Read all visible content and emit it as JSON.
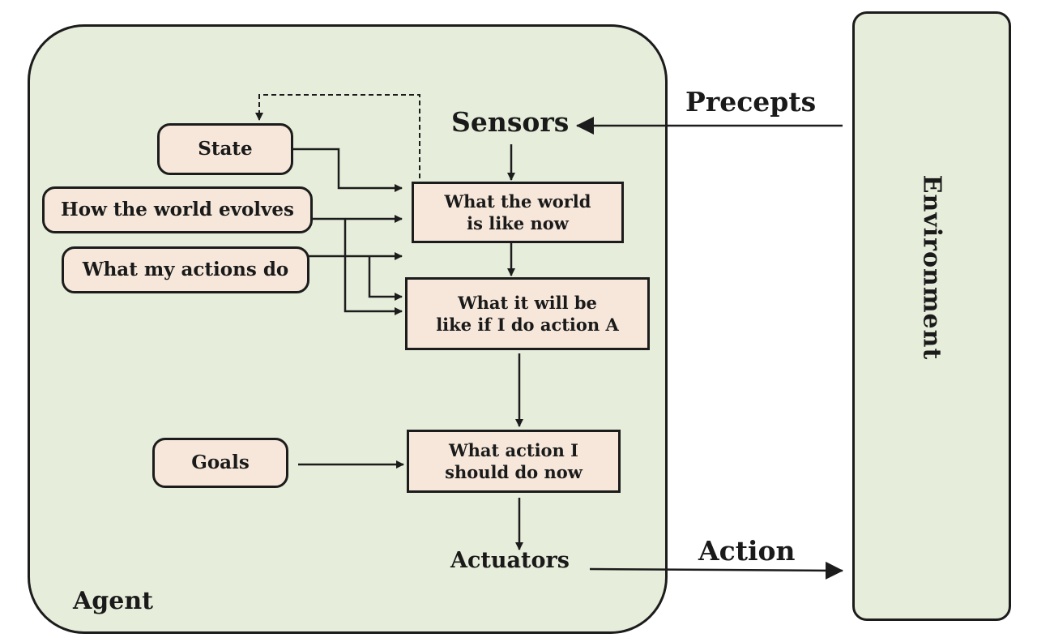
{
  "agent": {
    "label": "Agent",
    "state": "State",
    "world_evolves": "How the world evolves",
    "my_actions": "What my actions do",
    "goals": "Goals",
    "sensors": "Sensors",
    "actuators": "Actuators",
    "world_now_line1": "What the world",
    "world_now_line2": "is like now",
    "predict_line1": "What it will be",
    "predict_line2": "like if I do action A",
    "decide_line1": "What action I",
    "decide_line2": "should do now"
  },
  "environment": {
    "label": "Environment"
  },
  "edges": {
    "percepts": "Precepts",
    "action": "Action"
  },
  "colors": {
    "panel_fill": "#e6eedb",
    "box_fill": "#f6e7da",
    "stroke": "#1c1c1c"
  }
}
